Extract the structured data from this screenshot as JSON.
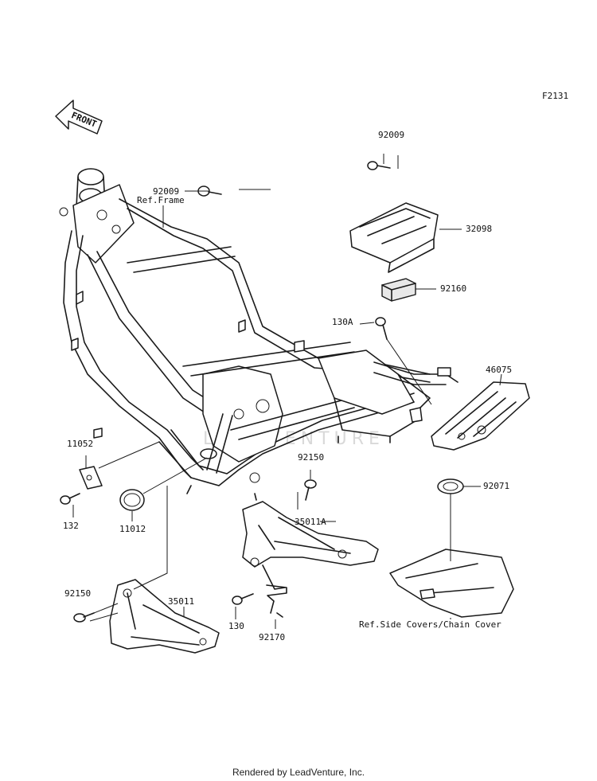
{
  "diagram_code": "F2131",
  "front_label": "FRONT",
  "watermark": "LEADVENTURE",
  "footer": "Rendered by LeadVenture, Inc.",
  "labels": {
    "ref_frame": "Ref.Frame",
    "p92009_top": "92009",
    "p92009_mid": "92009",
    "p32098": "32098",
    "p92160": "92160",
    "p130A": "130A",
    "p46075": "46075",
    "p11052": "11052",
    "p132": "132",
    "p11012": "11012",
    "p92150_mid": "92150",
    "p92071": "92071",
    "p35011A": "35011A",
    "p92150_left": "92150",
    "p35011": "35011",
    "p130": "130",
    "p92170": "92170",
    "ref_side_covers": "Ref.Side Covers/Chain Cover"
  }
}
